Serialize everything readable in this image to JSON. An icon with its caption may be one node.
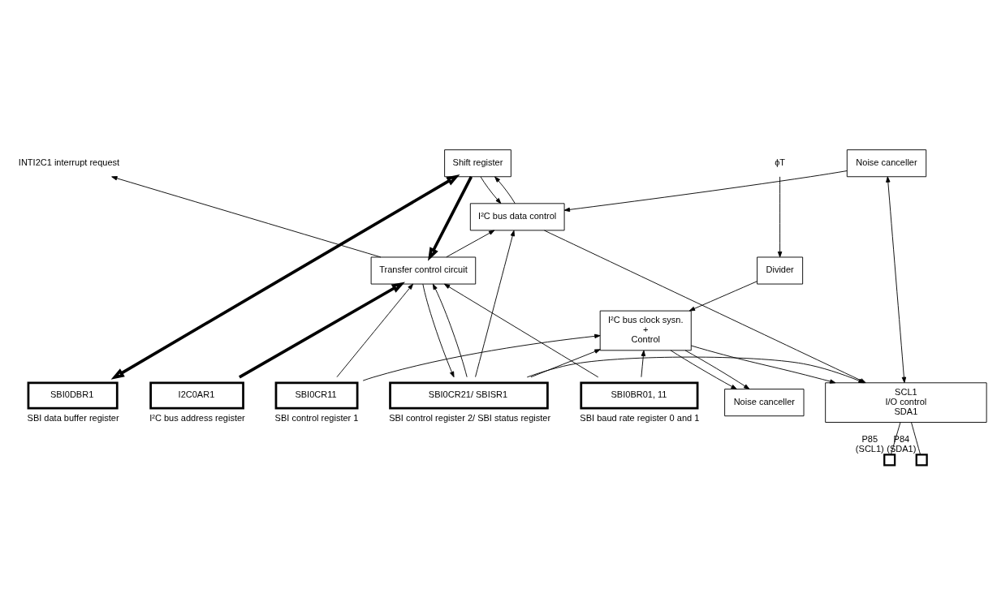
{
  "diagram": {
    "nodes": [
      {
        "text": [
          "Divider"
        ]
      },
      {
        "text": [
          "ϕT"
        ]
      },
      {
        "text": [
          "I²C bus clock sysn.",
          "+",
          "Control"
        ]
      },
      {
        "text": [
          "Noise canceller"
        ]
      },
      {
        "text": [
          "Transfer control circuit"
        ]
      },
      {
        "text": [
          "INTI2C1 interrupt request"
        ]
      },
      {
        "text": [
          "Shift register"
        ]
      },
      {
        "text": [
          "I²C bus data control"
        ]
      },
      {
        "text": [
          "Noise canceller"
        ]
      },
      {
        "text": [
          "SCL1",
          "I/O control",
          "SDA1"
        ]
      },
      {
        "text": [],
        "shape": "box",
        "beside": [
          "P85",
          "(SCL1)"
        ]
      },
      {
        "text": [],
        "shape": "box",
        "beside": [
          "P84",
          "(SDA1)"
        ]
      },
      {
        "text": [
          "SBI0CR21/ SBISR1"
        ],
        "beside": [
          "SBI control register 2/ SBI status register"
        ]
      },
      {
        "text": [
          "I2C0AR1"
        ],
        "beside": [
          "I²C bus address register"
        ]
      },
      {
        "text": [
          "SBI0DBR1"
        ],
        "beside": [
          "SBI data buffer register"
        ]
      },
      {
        "text": [
          "SBI0CR11"
        ],
        "beside": [
          "SBI control register 1"
        ]
      },
      {
        "text": [
          "SBI0BR01, 11"
        ],
        "beside": [
          "SBI baud rate register 0 and 1"
        ]
      }
    ],
    "edges": [
      {
        "from": 1,
        "to": 0,
        "arrow": "to"
      },
      {
        "from": 0,
        "to": 2,
        "arrow": "to"
      },
      {
        "from": 2,
        "to": 9,
        "arrow": "to"
      },
      {
        "from": 2,
        "to": 3,
        "arrow": "to"
      },
      {
        "from": 2,
        "to": 3,
        "arrow": "to"
      },
      {
        "from": 4,
        "to": 5,
        "arrow": "to"
      },
      {
        "from": 4,
        "to": 7,
        "arrow": "to"
      },
      {
        "from": 4,
        "to": 12,
        "arrow": "to"
      },
      {
        "from": 6,
        "to": 4,
        "arrow": "to",
        "style": "thick"
      },
      {
        "from": 13,
        "to": 4,
        "arrow": "to",
        "style": "thick"
      },
      {
        "from": 6,
        "to": 14,
        "arrow": "both",
        "style": "thick"
      },
      {
        "from": 6,
        "to": 7,
        "arrow": "to"
      },
      {
        "from": 7,
        "to": 6,
        "arrow": "to"
      },
      {
        "from": 8,
        "to": 7,
        "arrow": "to"
      },
      {
        "from": 7,
        "to": 9,
        "arrow": "to"
      },
      {
        "from": 8,
        "to": 9,
        "arrow": "both"
      },
      {
        "from": 9,
        "to": 10,
        "arrow": "none"
      },
      {
        "from": 9,
        "to": 11,
        "arrow": "none"
      },
      {
        "from": 12,
        "to": 2,
        "arrow": "to"
      },
      {
        "from": 12,
        "to": 4,
        "arrow": "to"
      },
      {
        "from": 12,
        "to": 7,
        "arrow": "to"
      },
      {
        "from": 12,
        "to": 9,
        "arrow": "to"
      },
      {
        "from": 16,
        "to": 2,
        "arrow": "to"
      },
      {
        "from": 16,
        "to": 4,
        "arrow": "to"
      },
      {
        "from": 15,
        "to": 2,
        "arrow": "to"
      },
      {
        "from": 15,
        "to": 4,
        "arrow": "to"
      }
    ]
  }
}
